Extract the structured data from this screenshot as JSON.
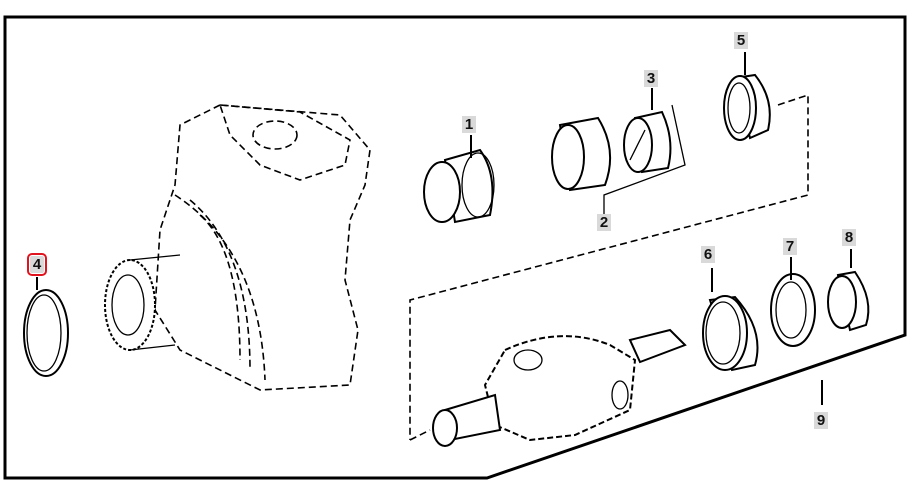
{
  "diagram": {
    "callouts": [
      {
        "label": "1"
      },
      {
        "label": "2"
      },
      {
        "label": "3"
      },
      {
        "label": "4"
      },
      {
        "label": "5"
      },
      {
        "label": "6"
      },
      {
        "label": "7"
      },
      {
        "label": "8"
      },
      {
        "label": "9"
      }
    ],
    "selected_callout": "4",
    "colors": {
      "highlight": "#e0141e",
      "callout_bg": "#d9d9d9"
    }
  }
}
